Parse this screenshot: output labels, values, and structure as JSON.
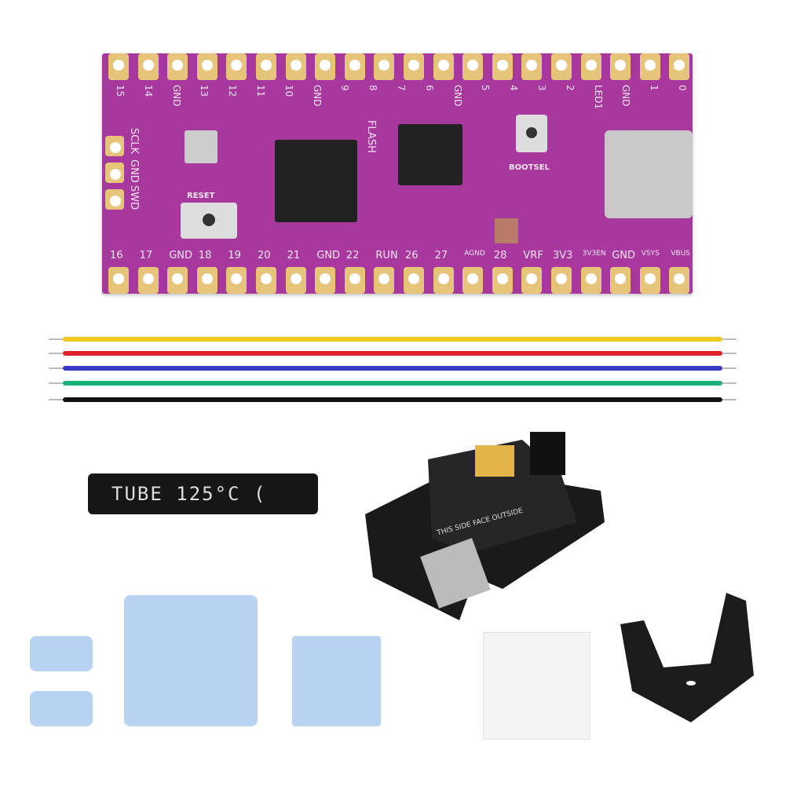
{
  "board": {
    "color": "#a8389e",
    "top_labels": [
      "15",
      "14",
      "GND",
      "13",
      "12",
      "11",
      "10",
      "GND",
      "9",
      "8",
      "7",
      "6",
      "GND",
      "5",
      "4",
      "3",
      "2",
      "LED1",
      "GND",
      "1",
      "0"
    ],
    "bottom_labels": [
      "16",
      "17",
      "GND",
      "18",
      "19",
      "20",
      "21",
      "GND",
      "22",
      "RUN",
      "26",
      "27",
      "AGND",
      "28",
      "VRF",
      "3V3",
      "3V3EN",
      "GND",
      "VSYS",
      "VBUS"
    ],
    "side_labels": [
      "SCLK",
      "GND",
      "SWD"
    ],
    "flash_label": "FLASH",
    "bootsel_label": "BOOTSEL",
    "reset_label": "RESET"
  },
  "wires": [
    "#f2c81e",
    "#e0202a",
    "#3a3ac8",
    "#19b07a",
    "#111111"
  ],
  "tube": {
    "text": "TUBE 125°C ("
  },
  "adapter": {
    "text": "THIS SIDE FACE OUTSIDE"
  },
  "pad_color": "#b8d3f2"
}
